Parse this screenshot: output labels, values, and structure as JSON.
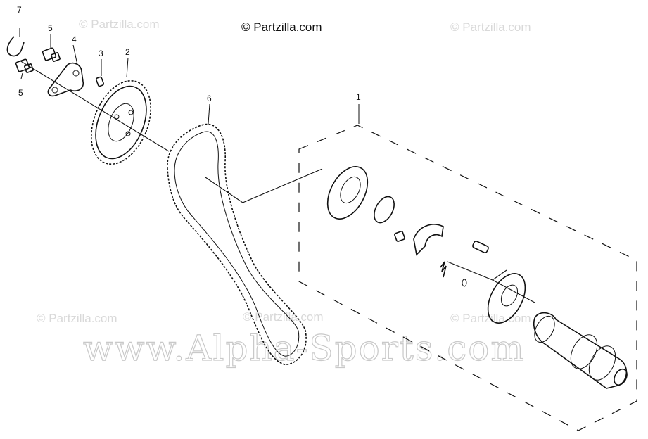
{
  "copyright": "© Partzilla.com",
  "watermarks": {
    "partzilla_1": "© Partzilla.com",
    "partzilla_2": "© Partzilla.com",
    "partzilla_3": "© Partzilla.com",
    "partzilla_4": "© Partzilla.com",
    "partzilla_5": "© Partzilla.com",
    "partzilla_6": "© Partzilla.com",
    "alpha_sports": "www.Alpha-Sports.com"
  },
  "callouts": {
    "c1": "1",
    "c2": "2",
    "c3": "3",
    "c4": "4",
    "c5_top": "5",
    "c5_bottom": "5",
    "c6": "6",
    "c7": "7"
  },
  "colors": {
    "line": "#111111",
    "watermark": "#d9d9d9",
    "background": "#ffffff"
  }
}
